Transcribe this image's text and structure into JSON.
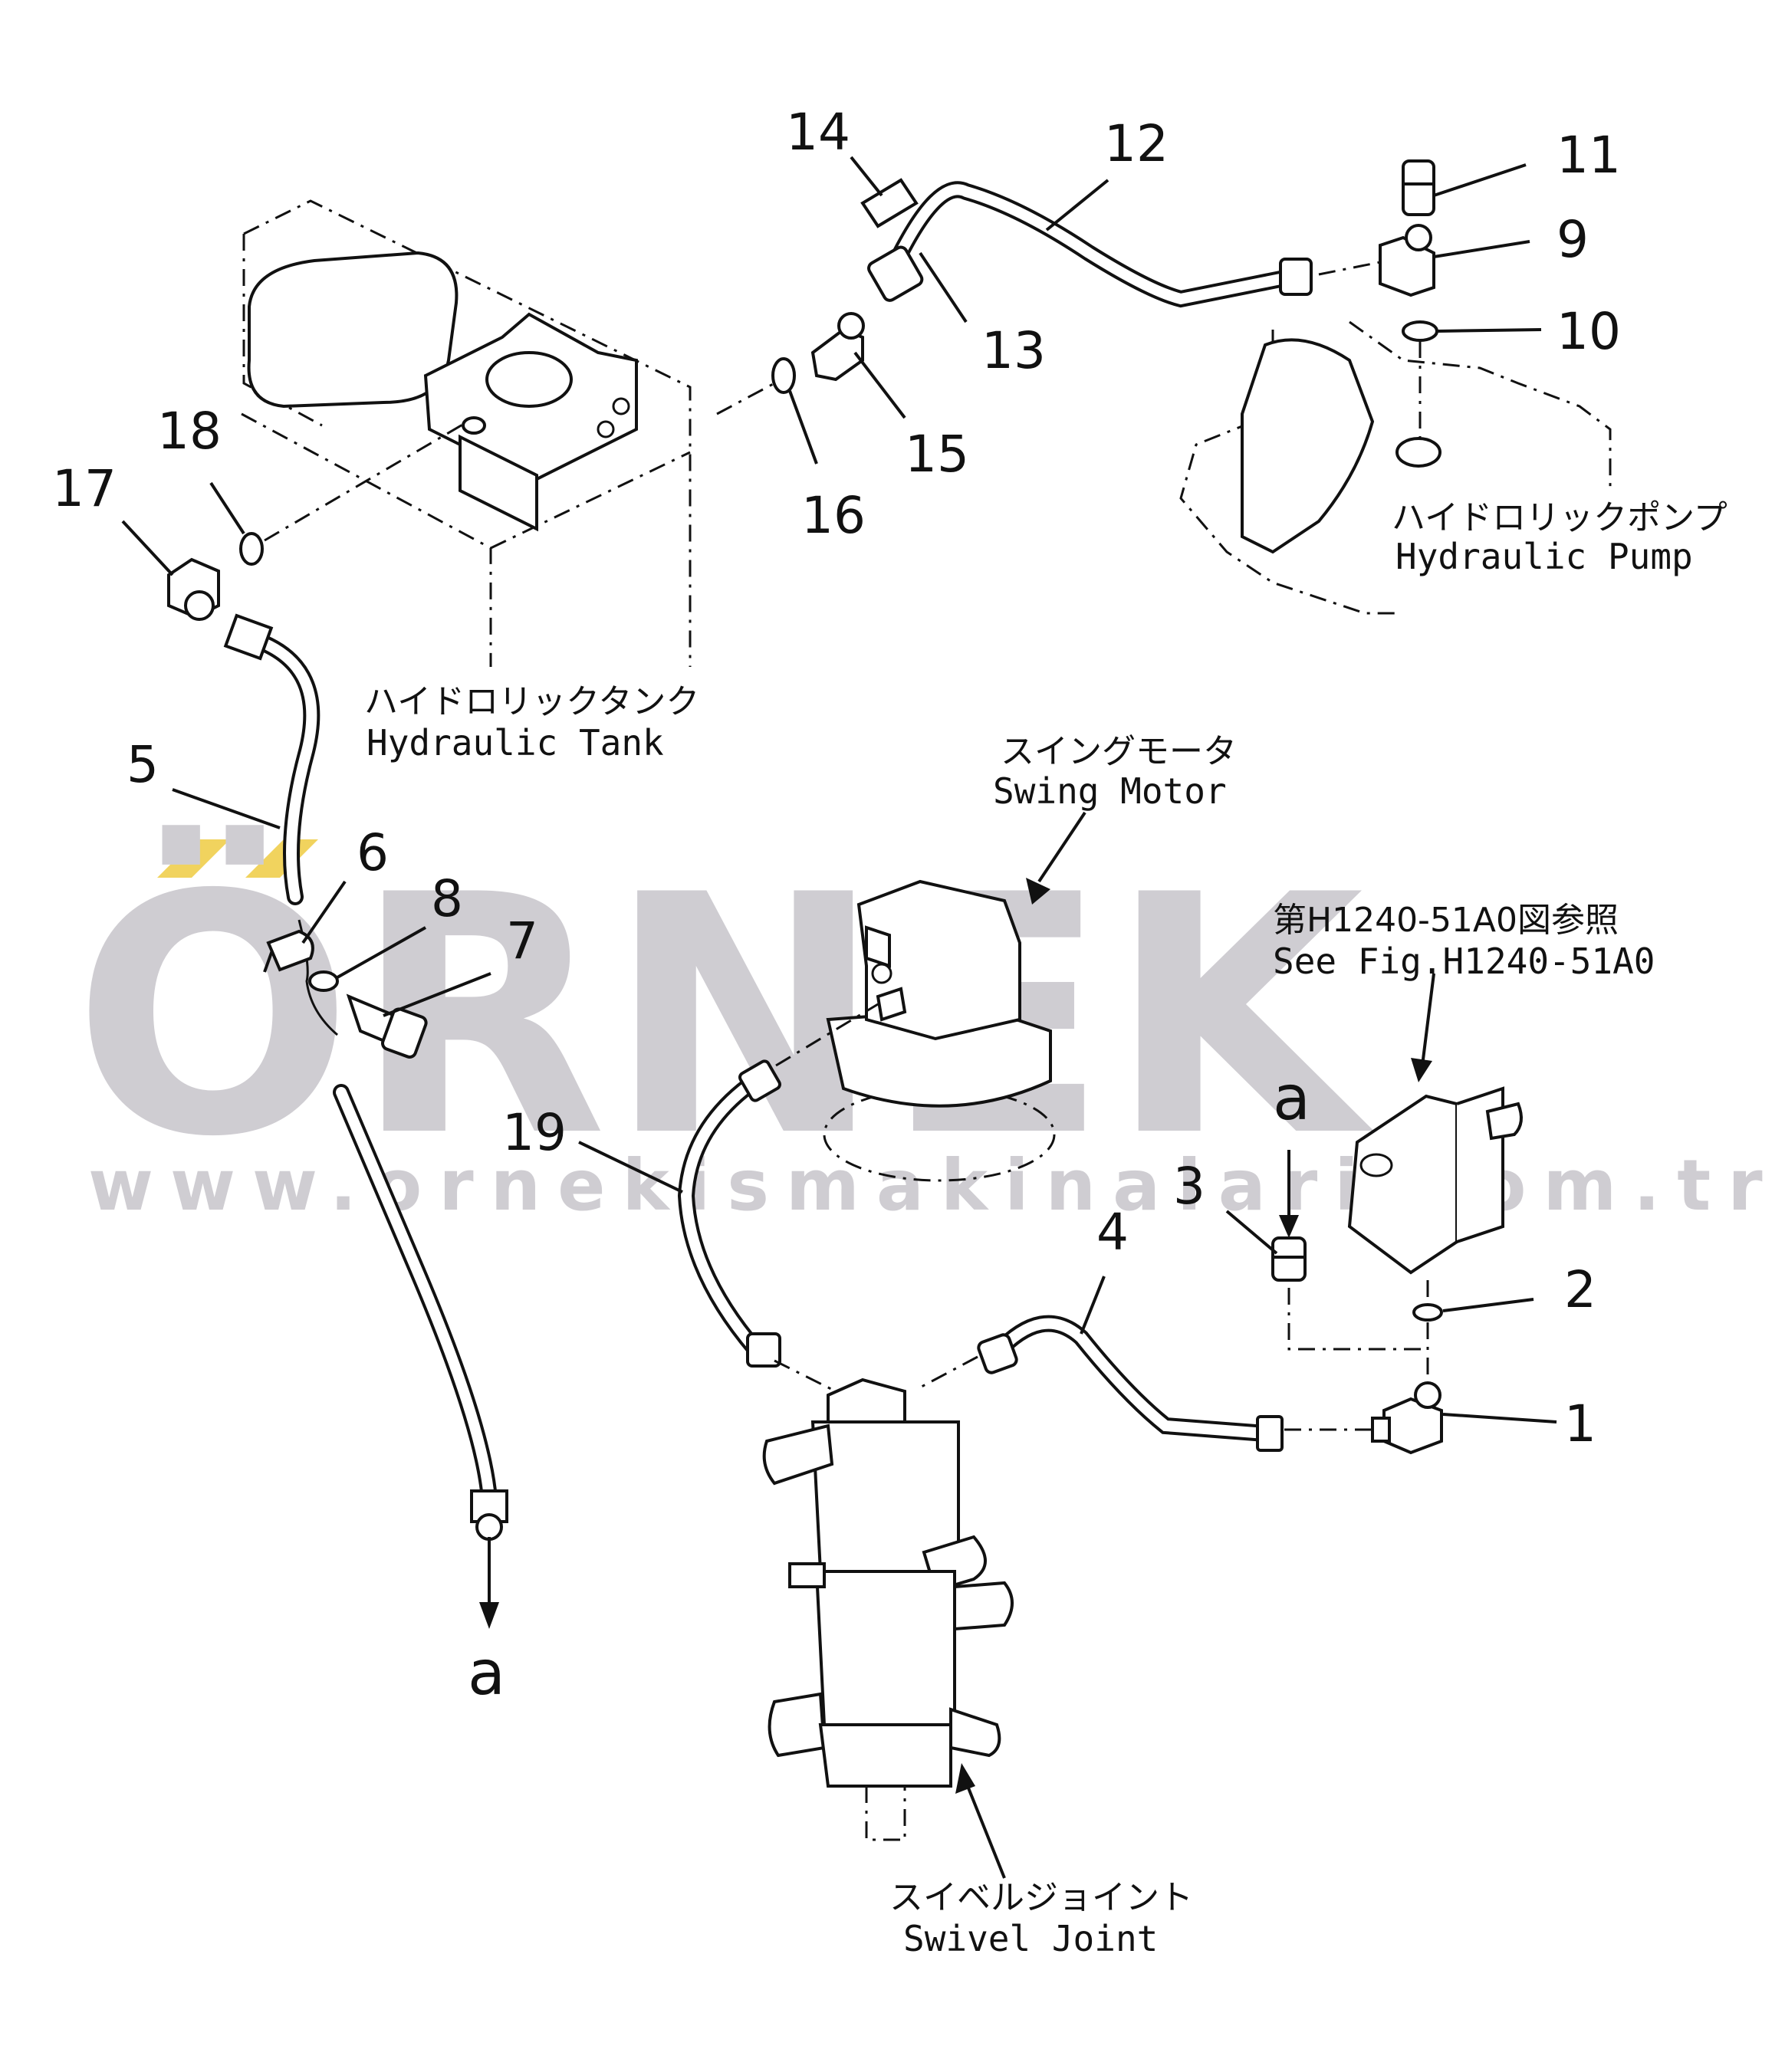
{
  "watermark": {
    "brand": "ÖRNEK",
    "url": "www.ornekismakinalari.com.tr",
    "gray": "#cfcdd2",
    "accent": "#f1d35e"
  },
  "labels": {
    "hydraulic_tank_jp": "ハイドロリックタンク",
    "hydraulic_tank_en": "Hydraulic Tank",
    "hydraulic_pump_jp": "ハイドロリックポンプ",
    "hydraulic_pump_en": "Hydraulic Pump",
    "swing_motor_jp": "スイングモータ",
    "swing_motor_en": "Swing Motor",
    "swivel_joint_jp": "スイベルジョイント",
    "swivel_joint_en": "Swivel Joint",
    "see_fig_jp": "第H1240-51A0図参照",
    "see_fig_en": "See Fig.H1240-51A0",
    "ref_a_top": "a",
    "ref_a_bottom": "a"
  },
  "part_numbers": [
    "1",
    "2",
    "3",
    "4",
    "5",
    "6",
    "7",
    "8",
    "9",
    "10",
    "11",
    "12",
    "13",
    "14",
    "15",
    "16",
    "17",
    "18",
    "19"
  ]
}
